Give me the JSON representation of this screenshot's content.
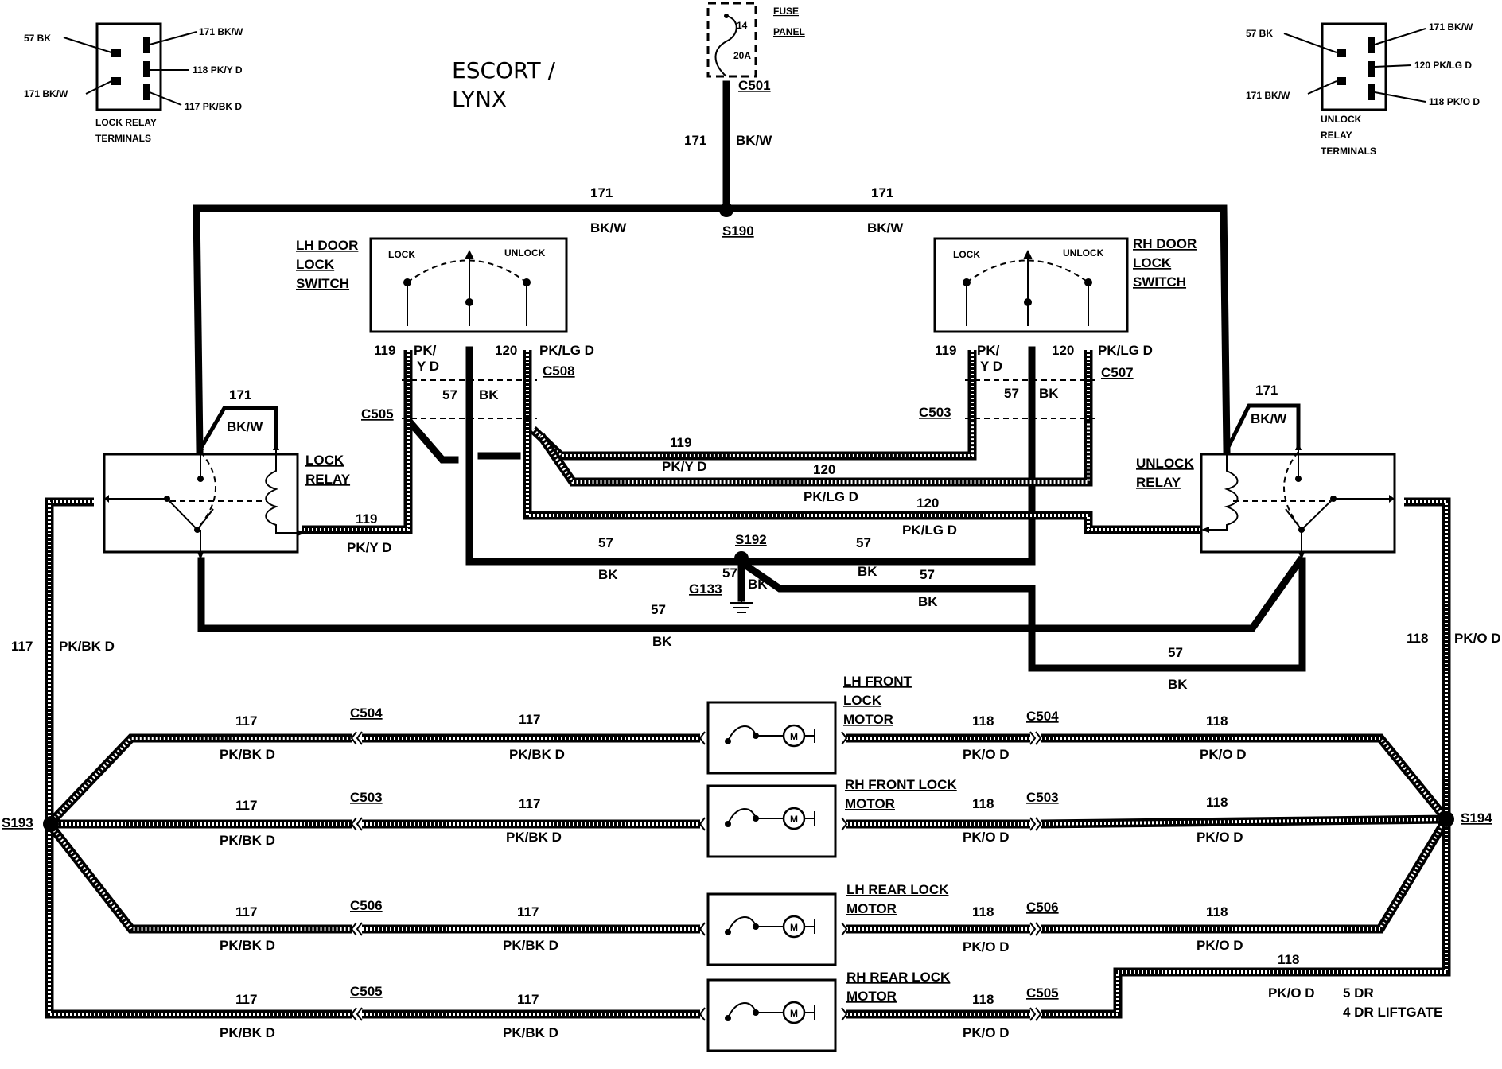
{
  "title": [
    "ESCORT /",
    "LYNX"
  ],
  "fuse": {
    "number": "14",
    "rating": "20A",
    "label": [
      "FUSE",
      "PANEL"
    ]
  },
  "lock_relay_terminals": {
    "caption": [
      "LOCK RELAY",
      "TERMINALS"
    ],
    "pins": [
      "57 BK",
      "171 BK/W",
      "171 BK/W",
      "118 PK/Y D",
      "117 PK/BK D"
    ]
  },
  "unlock_relay_terminals": {
    "caption": [
      "UNLOCK",
      "RELAY",
      "TERMINALS"
    ],
    "pins": [
      "57 BK",
      "171 BK/W",
      "171 BK/W",
      "120 PK/LG D",
      "118 PK/O D"
    ]
  },
  "connectors": {
    "c501": "C501",
    "c503": "C503",
    "c504": "C504",
    "c505": "C505",
    "c506": "C506",
    "c507": "C507",
    "c508": "C508"
  },
  "splices": {
    "s190": "S190",
    "s192": "S192",
    "s193": "S193",
    "s194": "S194"
  },
  "ground": "G133",
  "components": {
    "lh_switch": [
      "LH DOOR",
      "LOCK",
      "SWITCH"
    ],
    "rh_switch": [
      "RH DOOR",
      "LOCK",
      "SWITCH"
    ],
    "switch_lock": "LOCK",
    "switch_unlock": "UNLOCK",
    "lock_relay": [
      "LOCK",
      "RELAY"
    ],
    "unlock_relay": [
      "UNLOCK",
      "RELAY"
    ],
    "lh_front_motor": [
      "LH FRONT",
      "LOCK",
      "MOTOR"
    ],
    "rh_front_motor": [
      "RH FRONT LOCK",
      "MOTOR"
    ],
    "lh_rear_motor": [
      "LH REAR LOCK",
      "MOTOR"
    ],
    "rh_rear_motor": [
      "RH REAR LOCK",
      "MOTOR"
    ],
    "motor_symbol": "M"
  },
  "wires": {
    "w171": "171",
    "bkw": "BK/W",
    "w57": "57",
    "bk": "BK",
    "w117": "117",
    "pkbkd": "PK/BK D",
    "w118": "118",
    "pkod": "PK/O D",
    "w119": "119",
    "pkyd": "PK/Y D",
    "w120": "120",
    "pklgd": "PK/LG D",
    "pk_slash": "PK/",
    "yd": "Y D"
  },
  "notes": [
    "5 DR",
    "4 DR LIFTGATE"
  ]
}
